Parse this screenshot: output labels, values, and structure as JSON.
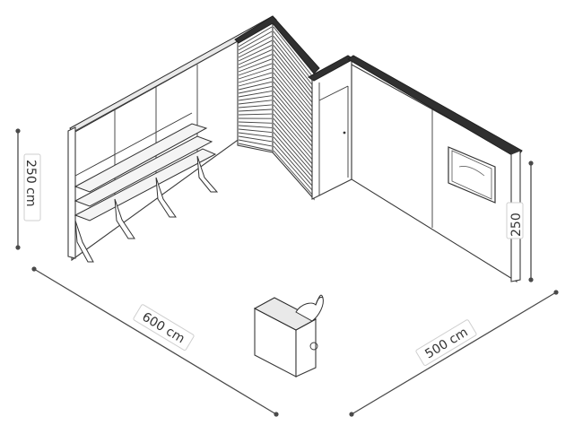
{
  "dimensions": {
    "width_label": "600 cm",
    "depth_label": "500 cm",
    "height_label_left": "250 cm",
    "height_label_right": "250"
  }
}
